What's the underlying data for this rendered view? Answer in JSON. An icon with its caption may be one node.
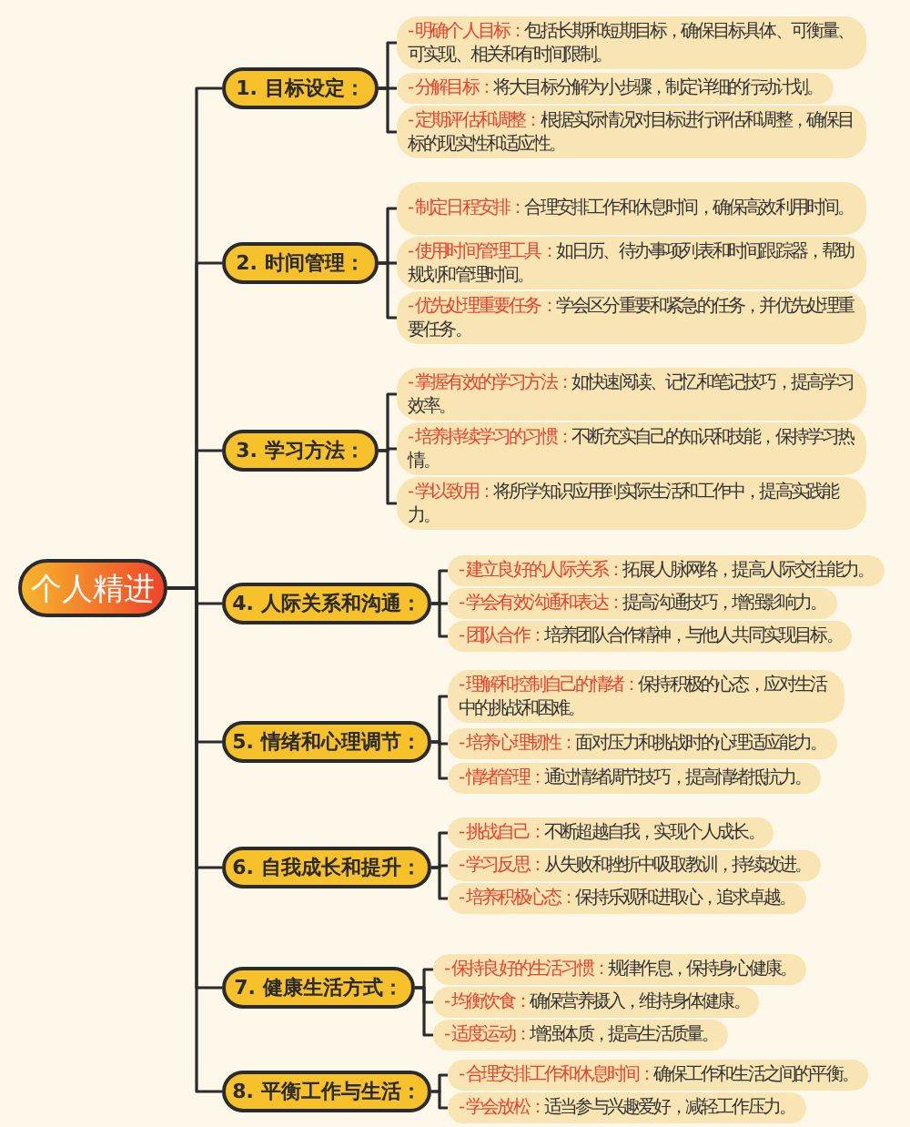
{
  "diagram": {
    "nodes": [
      {
        "text": [
          "个人精进"
        ]
      },
      {
        "text": [
          "1. 目标设定："
        ]
      },
      {
        "text": [
          "- 明确个人目标：",
          "包括长期和短期目标，确保目标具体、可衡量、可实现、相关和有时间限制。"
        ]
      },
      {
        "text": [
          "- 分解目标：",
          "将大目标分解为小步骤，制定详细的行动计划。"
        ]
      },
      {
        "text": [
          "- 定期评估和调整：",
          "根据实际情况对目标进行评估和调整，确保目标的现实性和适应性。"
        ]
      },
      {
        "text": [
          "2. 时间管理："
        ]
      },
      {
        "text": [
          "- 制定日程安排：",
          "合理安排工作和休息时间，确保高效利用时间。"
        ]
      },
      {
        "text": [
          "- 使用时间管理工具：",
          "如日历、待办事项列表和时间跟踪器，帮助规划和管理时间。"
        ]
      },
      {
        "text": [
          "- 优先处理重要任务：",
          "学会区分重要和紧急的任务，并优先处理重要任务。"
        ]
      },
      {
        "text": [
          "3. 学习方法："
        ]
      },
      {
        "text": [
          "- 掌握有效的学习方法：",
          "如快速阅读、记忆和笔记技巧，提高学习效率。"
        ]
      },
      {
        "text": [
          "- 培养持续学习的习惯：",
          "不断充实自己的知识和技能，保持学习热情。"
        ]
      },
      {
        "text": [
          "- 学以致用：",
          "将所学知识应用到实际生活和工作中，提高实践能力。"
        ]
      },
      {
        "text": [
          "4. 人际关系和沟通："
        ]
      },
      {
        "text": [
          "- 建立良好的人际关系：",
          "拓展人脉网络，提高人际交往能力。"
        ]
      },
      {
        "text": [
          "- 学会有效沟通和表达：",
          "提高沟通技巧，增强影响力。"
        ]
      },
      {
        "text": [
          "- 团队合作：",
          "培养团队合作精神，与他人共同实现目标。"
        ]
      },
      {
        "text": [
          "5. 情绪和心理调节："
        ]
      },
      {
        "text": [
          "- 理解和控制自己的情绪：",
          "保持积极的心态，应对生活中的挑战和困难。"
        ]
      },
      {
        "text": [
          "- 培养心理韧性：",
          "面对压力和挑战时的心理适应能力。"
        ]
      },
      {
        "text": [
          "- 情绪管理：",
          "通过情绪调节技巧，提高情绪抵抗力。"
        ]
      },
      {
        "text": [
          "6. 自我成长和提升："
        ]
      },
      {
        "text": [
          "- 挑战自己：",
          "不断超越自我，实现个人成长。"
        ]
      },
      {
        "text": [
          "- 学习反思：",
          "从失败和挫折中吸取教训，持续改进。"
        ]
      },
      {
        "text": [
          "- 培养积极心态：",
          "保持乐观和进取心，追求卓越。"
        ]
      },
      {
        "text": [
          "7. 健康生活方式："
        ]
      },
      {
        "text": [
          "- 保持良好的生活习惯：",
          "规律作息，保持身心健康。"
        ]
      },
      {
        "text": [
          "- 均衡饮食：",
          "确保营养摄入，维持身体健康。"
        ]
      },
      {
        "text": [
          "- 适度运动：",
          "增强体质，提高生活质量。"
        ]
      },
      {
        "text": [
          "8. 平衡工作与生活："
        ]
      },
      {
        "text": [
          "- 合理安排工作和休息时间：",
          "确保工作和生活之间的平衡。"
        ]
      },
      {
        "text": [
          "- 学会放松：",
          "适当参与兴趣爱好，减轻工作压力。"
        ]
      }
    ],
    "edges": [
      {
        "from": 0,
        "to": 1,
        "arrow": "none"
      },
      {
        "from": 1,
        "to": 2,
        "arrow": "none"
      },
      {
        "from": 1,
        "to": 3,
        "arrow": "none"
      },
      {
        "from": 1,
        "to": 4,
        "arrow": "none"
      },
      {
        "from": 0,
        "to": 5,
        "arrow": "none"
      },
      {
        "from": 5,
        "to": 6,
        "arrow": "none"
      },
      {
        "from": 5,
        "to": 7,
        "arrow": "none"
      },
      {
        "from": 5,
        "to": 8,
        "arrow": "none"
      },
      {
        "from": 0,
        "to": 9,
        "arrow": "none"
      },
      {
        "from": 9,
        "to": 10,
        "arrow": "none"
      },
      {
        "from": 9,
        "to": 11,
        "arrow": "none"
      },
      {
        "from": 9,
        "to": 12,
        "arrow": "none"
      },
      {
        "from": 0,
        "to": 13,
        "arrow": "none"
      },
      {
        "from": 13,
        "to": 14,
        "arrow": "none"
      },
      {
        "from": 13,
        "to": 15,
        "arrow": "none"
      },
      {
        "from": 13,
        "to": 16,
        "arrow": "none"
      },
      {
        "from": 0,
        "to": 17,
        "arrow": "none"
      },
      {
        "from": 17,
        "to": 18,
        "arrow": "none"
      },
      {
        "from": 17,
        "to": 19,
        "arrow": "none"
      },
      {
        "from": 17,
        "to": 20,
        "arrow": "none"
      },
      {
        "from": 0,
        "to": 21,
        "arrow": "none"
      },
      {
        "from": 21,
        "to": 22,
        "arrow": "none"
      },
      {
        "from": 21,
        "to": 23,
        "arrow": "none"
      },
      {
        "from": 21,
        "to": 24,
        "arrow": "none"
      },
      {
        "from": 0,
        "to": 25,
        "arrow": "none"
      },
      {
        "from": 25,
        "to": 26,
        "arrow": "none"
      },
      {
        "from": 25,
        "to": 27,
        "arrow": "none"
      },
      {
        "from": 25,
        "to": 28,
        "arrow": "none"
      },
      {
        "from": 0,
        "to": 29,
        "arrow": "none"
      },
      {
        "from": 29,
        "to": 30,
        "arrow": "none"
      },
      {
        "from": 29,
        "to": 31,
        "arrow": "none"
      }
    ]
  }
}
